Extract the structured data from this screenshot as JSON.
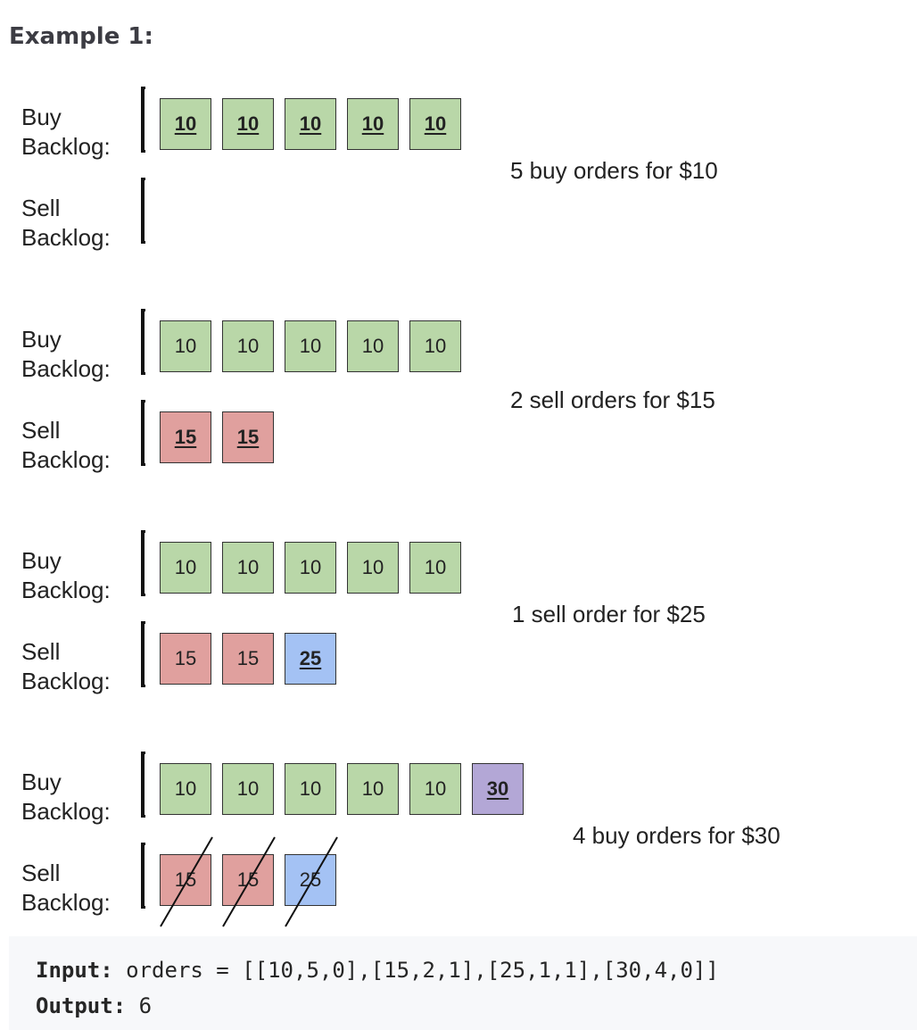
{
  "heading": "Example 1:",
  "labels": {
    "buy_1": "Buy",
    "buy_2": "Backlog:",
    "sell_1": "Sell",
    "sell_2": "Backlog:"
  },
  "steps": [
    {
      "caption": "5 buy orders for $10",
      "buy": [
        {
          "v": "10",
          "color": "green",
          "new": true
        },
        {
          "v": "10",
          "color": "green",
          "new": true
        },
        {
          "v": "10",
          "color": "green",
          "new": true
        },
        {
          "v": "10",
          "color": "green",
          "new": true
        },
        {
          "v": "10",
          "color": "green",
          "new": true
        }
      ],
      "sell": []
    },
    {
      "caption": "2 sell orders for $15",
      "buy": [
        {
          "v": "10",
          "color": "green"
        },
        {
          "v": "10",
          "color": "green"
        },
        {
          "v": "10",
          "color": "green"
        },
        {
          "v": "10",
          "color": "green"
        },
        {
          "v": "10",
          "color": "green"
        }
      ],
      "sell": [
        {
          "v": "15",
          "color": "red",
          "new": true
        },
        {
          "v": "15",
          "color": "red",
          "new": true
        }
      ]
    },
    {
      "caption": "1 sell order for $25",
      "buy": [
        {
          "v": "10",
          "color": "green"
        },
        {
          "v": "10",
          "color": "green"
        },
        {
          "v": "10",
          "color": "green"
        },
        {
          "v": "10",
          "color": "green"
        },
        {
          "v": "10",
          "color": "green"
        }
      ],
      "sell": [
        {
          "v": "15",
          "color": "red"
        },
        {
          "v": "15",
          "color": "red"
        },
        {
          "v": "25",
          "color": "blue",
          "new": true
        }
      ]
    },
    {
      "caption": "4 buy orders for $30",
      "buy": [
        {
          "v": "10",
          "color": "green"
        },
        {
          "v": "10",
          "color": "green"
        },
        {
          "v": "10",
          "color": "green"
        },
        {
          "v": "10",
          "color": "green"
        },
        {
          "v": "10",
          "color": "green"
        },
        {
          "v": "30",
          "color": "purple",
          "new": true
        }
      ],
      "sell": [
        {
          "v": "15",
          "color": "red",
          "struck": true
        },
        {
          "v": "15",
          "color": "red",
          "struck": true
        },
        {
          "v": "25",
          "color": "blue",
          "struck": true
        }
      ]
    }
  ],
  "code": {
    "input_label": "Input:",
    "input_value": " orders = [[10,5,0],[15,2,1],[25,1,1],[30,4,0]]",
    "output_label": "Output:",
    "output_value": " 6"
  }
}
